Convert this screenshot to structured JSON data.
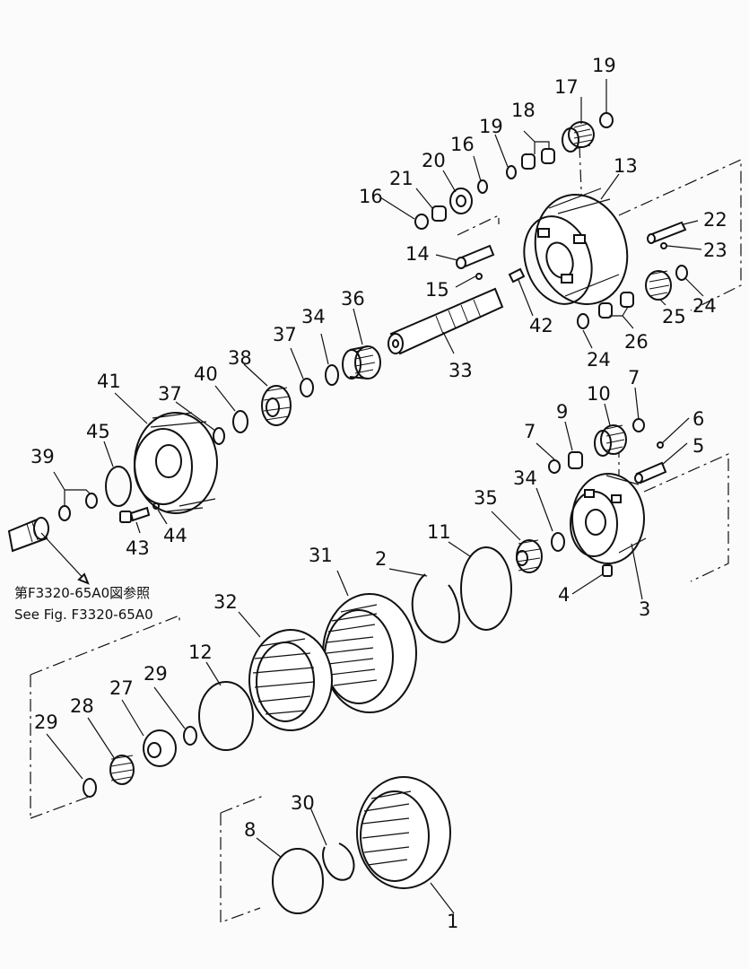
{
  "reference_note": {
    "line1": "第F3320-65A0図参照",
    "line2": "See Fig. F3320-65A0"
  },
  "part_numbers": [
    {
      "n": "1"
    },
    {
      "n": "2"
    },
    {
      "n": "3"
    },
    {
      "n": "4"
    },
    {
      "n": "5"
    },
    {
      "n": "6"
    },
    {
      "n": "7"
    },
    {
      "n": "7"
    },
    {
      "n": "8"
    },
    {
      "n": "9"
    },
    {
      "n": "10"
    },
    {
      "n": "11"
    },
    {
      "n": "12"
    },
    {
      "n": "13"
    },
    {
      "n": "14"
    },
    {
      "n": "15"
    },
    {
      "n": "16"
    },
    {
      "n": "16"
    },
    {
      "n": "17"
    },
    {
      "n": "18"
    },
    {
      "n": "19"
    },
    {
      "n": "19"
    },
    {
      "n": "20"
    },
    {
      "n": "21"
    },
    {
      "n": "22"
    },
    {
      "n": "23"
    },
    {
      "n": "24"
    },
    {
      "n": "24"
    },
    {
      "n": "25"
    },
    {
      "n": "26"
    },
    {
      "n": "27"
    },
    {
      "n": "28"
    },
    {
      "n": "29"
    },
    {
      "n": "29"
    },
    {
      "n": "30"
    },
    {
      "n": "31"
    },
    {
      "n": "32"
    },
    {
      "n": "33"
    },
    {
      "n": "34"
    },
    {
      "n": "34"
    },
    {
      "n": "35"
    },
    {
      "n": "36"
    },
    {
      "n": "37"
    },
    {
      "n": "37"
    },
    {
      "n": "38"
    },
    {
      "n": "39"
    },
    {
      "n": "40"
    },
    {
      "n": "41"
    },
    {
      "n": "42"
    },
    {
      "n": "43"
    },
    {
      "n": "44"
    },
    {
      "n": "45"
    }
  ]
}
